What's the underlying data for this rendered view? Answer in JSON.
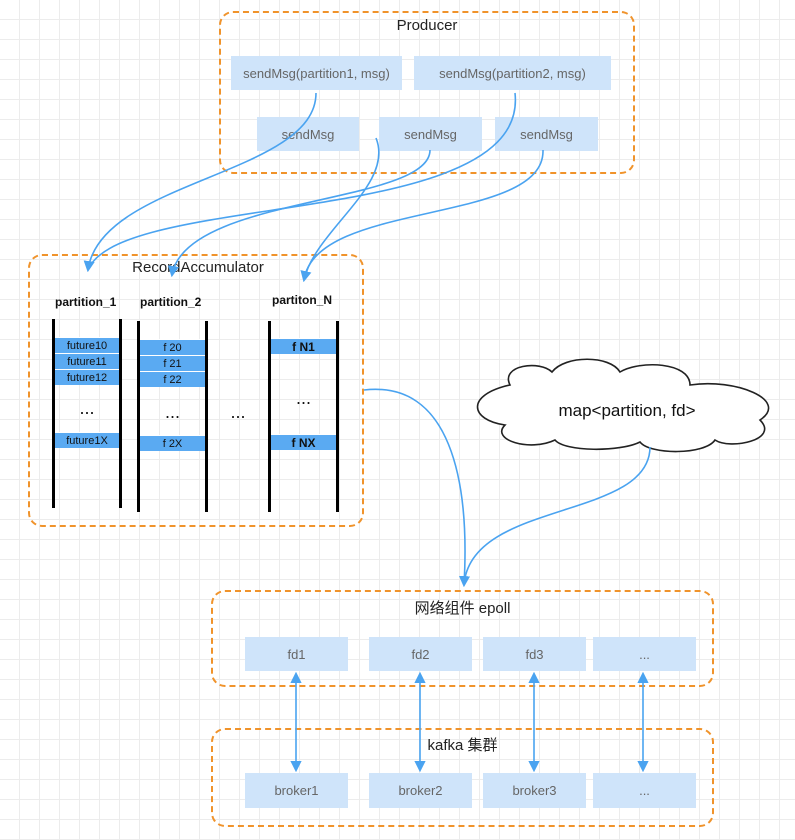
{
  "producer": {
    "title": "Producer",
    "send_partition": [
      "sendMsg(partition1, msg)",
      "sendMsg(partition2, msg)"
    ],
    "send_plain": [
      "sendMsg",
      "sendMsg",
      "sendMsg"
    ]
  },
  "accumulator": {
    "title": "RecordAccumulator",
    "partitions": [
      {
        "title": "partition_1",
        "slots": [
          "future10",
          "future11",
          "future12"
        ],
        "ellipsis": "...",
        "last": "future1X"
      },
      {
        "title": "partition_2",
        "slots": [
          "f 20",
          "f 21",
          "f 22"
        ],
        "ellipsis": "...",
        "last": "f 2X"
      },
      {
        "title": "partiton_N",
        "slots": [
          "f N1"
        ],
        "ellipsis": "...",
        "last": "f NX"
      }
    ],
    "between_ellipsis": "..."
  },
  "cloud": {
    "label": "map<partition, fd>"
  },
  "network": {
    "title": "网络组件 epoll",
    "fds": [
      "fd1",
      "fd2",
      "fd3",
      "..."
    ]
  },
  "kafka": {
    "title": "kafka 集群",
    "brokers": [
      "broker1",
      "broker2",
      "broker3",
      "..."
    ]
  },
  "colors": {
    "group_border": "#f0932b",
    "box_fill": "#cfe4fa",
    "slot_fill": "#5aaaf2",
    "arrow": "#4aa3f0"
  }
}
